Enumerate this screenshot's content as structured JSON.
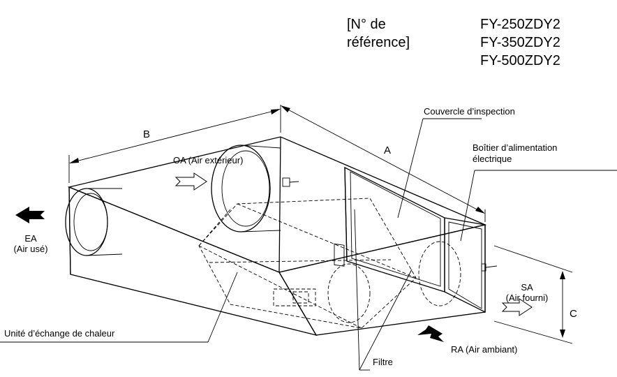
{
  "reference": {
    "label_line1": "[N° de",
    "label_line2": "référence]",
    "models": [
      "FY-250ZDY2",
      "FY-350ZDY2",
      "FY-500ZDY2"
    ]
  },
  "dimensions": {
    "a": "A",
    "b": "B",
    "c": "C"
  },
  "labels": {
    "oa": "OA (Air extérieur)",
    "ea_code": "EA",
    "ea_text": "(Air usé)",
    "sa_code": "SA",
    "sa_text": "(Air fourni)",
    "ra": "RA (Air ambiant)",
    "inspection_cover": "Couvercle d’inspection",
    "power_box_line1": "Boîtier d’alimentation",
    "power_box_line2": "électrique",
    "heat_exchanger": "Unité d’échange de chaleur",
    "filter": "Filtre"
  }
}
